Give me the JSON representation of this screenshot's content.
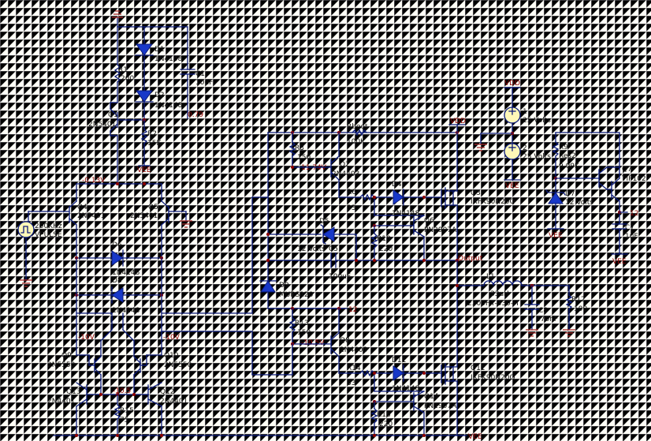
{
  "components": {
    "D1": {
      "ref": "D1",
      "val": "1N4148"
    },
    "D2": {
      "ref": "D2",
      "val": "1N4148"
    },
    "C1": {
      "ref": "C1",
      "val": "10uF"
    },
    "R1": {
      "ref": "R1",
      "val": "200"
    },
    "R2": {
      "ref": "R2",
      "val": "15K"
    },
    "Q1": {
      "ref": "Q1",
      "val": "2N5401"
    },
    "Q4": {
      "ref": "Q4",
      "val": "2N5401"
    },
    "Q5": {
      "ref": "Q5",
      "val": "2N5401"
    },
    "SRC": {
      "ref": "200KHz",
      "val": "VPULSE"
    },
    "D6": {
      "ref": "D6",
      "val": "1N4148"
    },
    "D8": {
      "ref": "D8",
      "val": "1N4148"
    },
    "Q9": {
      "ref": "Q9",
      "val": "2N5550"
    },
    "Q10": {
      "ref": "Q10",
      "val": "2N5550"
    },
    "Q13": {
      "ref": "Q13",
      "val": "2N4401"
    },
    "Q12": {
      "ref": "Q12",
      "val": "2N4401"
    },
    "R15": {
      "ref": "R15",
      "val": "75"
    },
    "Rboot": {
      "ref": "Rboot",
      "val": "100K"
    },
    "R3": {
      "ref": "R3",
      "val": "150"
    },
    "Q2": {
      "ref": "Q2",
      "val": "2N4403"
    },
    "R6": {
      "ref": "R6",
      "val": "33"
    },
    "D4": {
      "ref": "D4",
      "val": "1N4148"
    },
    "Q3": {
      "ref": "Q3",
      "val": "IXFK90N20Q"
    },
    "Q6": {
      "ref": "Q6",
      "val": "PN2907A"
    },
    "D5": {
      "ref": "D5",
      "val": "12 Volts"
    },
    "C5": {
      "ref": "C5",
      "val": "100uF"
    },
    "R10": {
      "ref": "R10",
      "val": "220"
    },
    "D9": {
      "ref": "D9",
      "val": "MURS120"
    },
    "R13": {
      "ref": "R13",
      "val": "150"
    },
    "Q8": {
      "ref": "Q8",
      "val": "2N4403"
    },
    "R14": {
      "ref": "R14",
      "val": "33"
    },
    "D11": {
      "ref": "D11",
      "val": "1N4148"
    },
    "Q11": {
      "ref": "Q11",
      "val": "IXFK90N20Q"
    },
    "Q14": {
      "ref": "Q14",
      "val": "PN2907A"
    },
    "R16": {
      "ref": "R16",
      "val": "220"
    },
    "L1": {
      "ref": "L1",
      "val": "33uH",
      "part": "2300HT-330-H"
    },
    "C8": {
      "ref": "C8",
      "val": "470nF"
    },
    "R12": {
      "ref": "R12",
      "val": "100"
    },
    "V1": {
      "ref": "1",
      "val": "25 Volts"
    },
    "V2": {
      "ref": "2",
      "val": "25 Volts"
    },
    "R9": {
      "ref": "R9",
      "val": "Res2",
      "val2": "9.09K"
    },
    "D7": {
      "ref": "D7",
      "val": "12 Volts"
    },
    "Q7": {
      "ref": "Q7",
      "val": "TIP102"
    },
    "C7": {
      "ref": "C7",
      "val": "1uF"
    }
  },
  "nets": {
    "vdd_a": "VDD",
    "vdd_b": "VDD",
    "vee_a": "VEE",
    "vee_b": "VEE",
    "vee_c": "VEE",
    "vee_d": "VEE",
    "vee_e": "VEE",
    "output": "Output",
    "n12_a": "12",
    "n12_b": "12"
  },
  "voltages": {
    "v079": "0.79",
    "vm013": "-0.13V",
    "v1174": "11.74V",
    "vm10a": "-10V",
    "vm10b": "-10V",
    "vm105": "-10.5",
    "vm105v": "-10.5V"
  }
}
